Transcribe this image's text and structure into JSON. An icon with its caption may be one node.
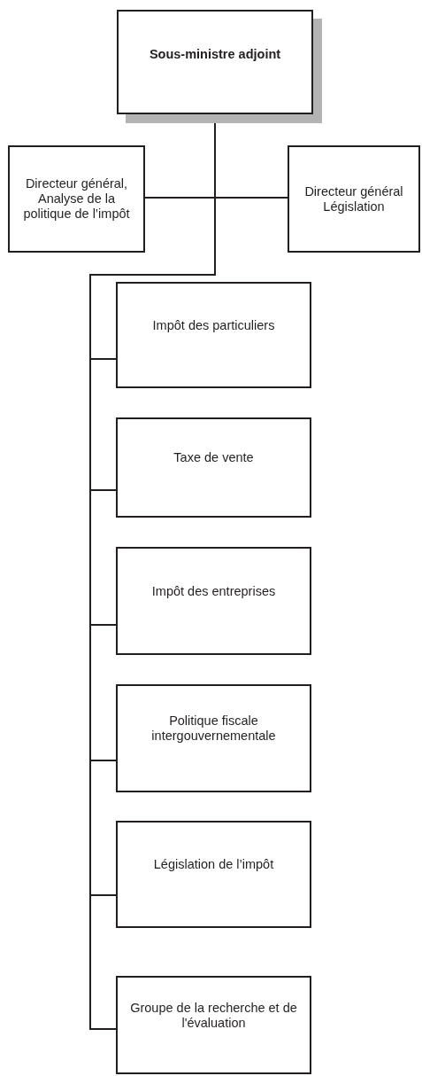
{
  "diagram": {
    "nodes": [
      {
        "text": [
          "Sous-ministre adjoint"
        ]
      },
      {
        "text": [
          "Directeur général, Analyse de la politique de l’impôt"
        ]
      },
      {
        "text": [
          "Directeur général Législation"
        ]
      },
      {
        "text": [
          "Impôt des particuliers"
        ]
      },
      {
        "text": [
          "Taxe de vente"
        ]
      },
      {
        "text": [
          "Impôt des entreprises"
        ]
      },
      {
        "text": [
          "Politique fiscale intergouvernementale"
        ]
      },
      {
        "text": [
          "Législation de l’impôt"
        ]
      },
      {
        "text": [
          "Groupe de la recherche et de l'évaluation"
        ]
      }
    ],
    "edges": [
      {
        "from": 0,
        "to": 1,
        "arrow": "none"
      },
      {
        "from": 0,
        "to": 2,
        "arrow": "none"
      },
      {
        "from": 0,
        "to": 3,
        "arrow": "none"
      },
      {
        "from": 0,
        "to": 4,
        "arrow": "none"
      },
      {
        "from": 0,
        "to": 5,
        "arrow": "none"
      },
      {
        "from": 0,
        "to": 6,
        "arrow": "none"
      },
      {
        "from": 0,
        "to": 7,
        "arrow": "none"
      },
      {
        "from": 0,
        "to": 8,
        "arrow": "none"
      }
    ]
  }
}
